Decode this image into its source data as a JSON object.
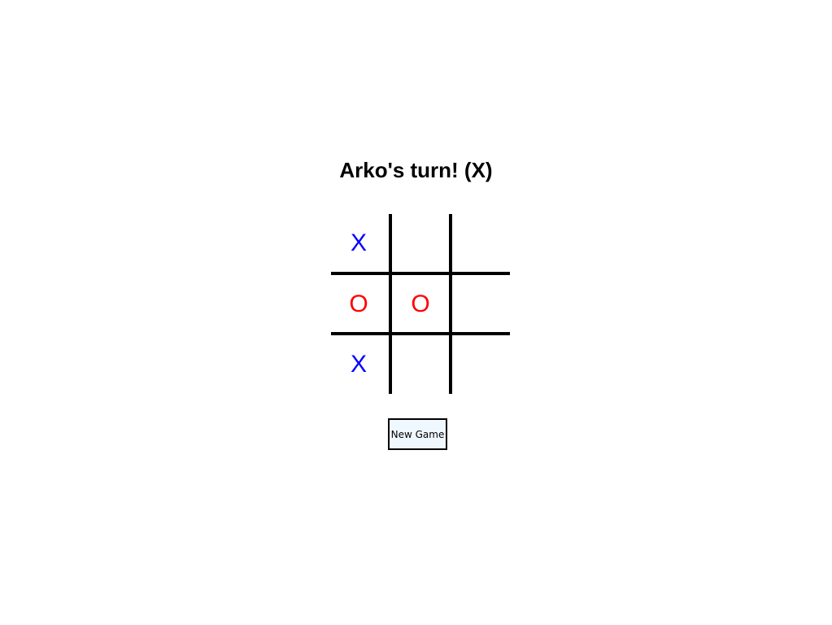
{
  "status": {
    "text": "Arko's turn! (X)",
    "current_player": "X"
  },
  "board": {
    "rows": [
      [
        "X",
        "",
        ""
      ],
      [
        "O",
        "O",
        ""
      ],
      [
        "X",
        "",
        ""
      ]
    ]
  },
  "colors": {
    "x_mark": "#0000ff",
    "o_mark": "#ff0000",
    "grid_line": "#000000",
    "button_bg": "#f0f8ff"
  },
  "controls": {
    "new_game_label": "New Game"
  }
}
